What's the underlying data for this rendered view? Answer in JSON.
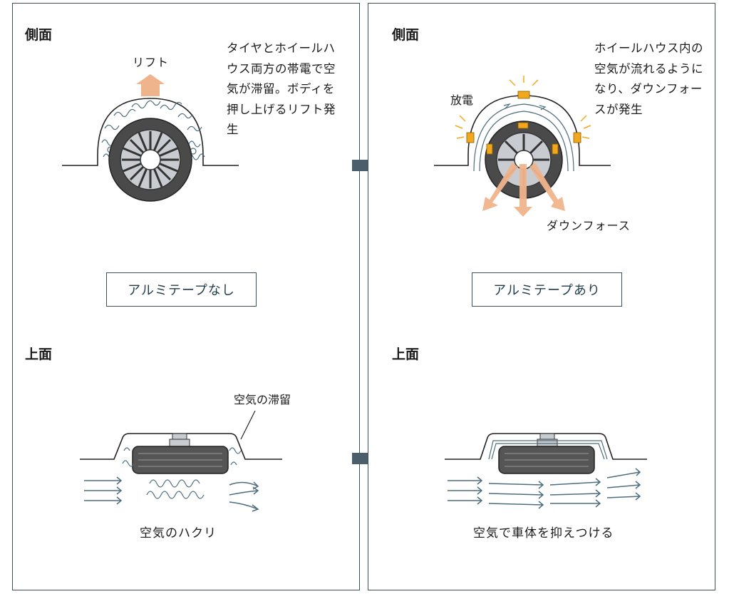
{
  "left_panel": {
    "side_heading": "側面",
    "lift_label": "リフト",
    "side_callout": "タイヤとホイールハウス両方の帯電で空気が滞留。ボディを押し上げるリフト発生",
    "condition_label": "アルミテープなし",
    "top_heading": "上面",
    "stagnation_label": "空気の滞留",
    "peeling_label": "空気のハクリ"
  },
  "right_panel": {
    "side_heading": "側面",
    "discharge_label": "放電",
    "side_callout": "ホイールハウス内の空気が流れるようになり、ダウンフォースが発生",
    "downforce_label": "ダウンフォース",
    "condition_label": "アルミテープあり",
    "top_heading": "上面",
    "pressing_label": "空気で車体を抑えつける"
  },
  "colors": {
    "frame": "#3d4f59",
    "tire": "#4a4a4a",
    "wheel": "#c8ccd0",
    "airflow": "#4e6e7e",
    "lift_arrow": "#f0b48c",
    "tape": "#f2a81d",
    "transition_arrow": "#4a5f6b"
  }
}
